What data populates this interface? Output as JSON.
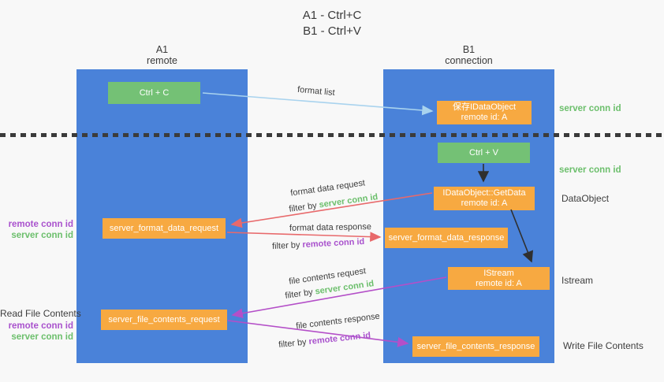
{
  "title": {
    "line1": "A1 - Ctrl+C",
    "line2": "B1 - Ctrl+V"
  },
  "lifelines": [
    {
      "name": "A1",
      "subtitle": "remote"
    },
    {
      "name": "B1",
      "subtitle": "connection"
    }
  ],
  "nodes": {
    "ctrl_c": {
      "label": "Ctrl + C"
    },
    "save_idataobject": {
      "line1": "保存IDataObject",
      "line2": "remote id: A"
    },
    "ctrl_v": {
      "label": "Ctrl + V"
    },
    "idataobject_getdata": {
      "line1": "IDataObject::GetData",
      "line2": "remote id: A"
    },
    "server_format_data_request": {
      "label": "server_format_data_request"
    },
    "server_format_data_response": {
      "label": "server_format_data_response"
    },
    "istream": {
      "line1": "IStream",
      "line2": "remote id: A"
    },
    "server_file_contents_request": {
      "label": "server_file_contents_request"
    },
    "server_file_contents_response": {
      "label": "server_file_contents_response"
    }
  },
  "arrow_labels": {
    "format_list": "format list",
    "format_data_request": "format data request",
    "format_data_response": "format data response",
    "file_contents_request": "file contents request",
    "file_contents_response": "file contents response",
    "filter_by": "filter by",
    "server_conn_id": "server conn id",
    "remote_conn_id": "remote conn id"
  },
  "side_labels": {
    "right": {
      "server_conn_id_top": "server conn id",
      "server_conn_id_mid": "server conn id",
      "dataobject": "DataObject",
      "istream": "Istream",
      "write_file_contents": "Write File Contents"
    },
    "left": {
      "remote_conn_id_mid": "remote conn id",
      "server_conn_id_mid": "server conn id",
      "read_file_contents": "Read File Contents",
      "remote_conn_id_bottom": "remote conn id",
      "server_conn_id_bottom": "server conn id"
    }
  },
  "colors": {
    "lifeline_blue": "#4a82d9",
    "node_green": "#74c175",
    "node_orange": "#f7a941",
    "arrow_light_blue": "#a9d3ee",
    "arrow_red": "#e8696b",
    "arrow_purple": "#b44fc8",
    "arrow_black": "#2f2f2f",
    "conn_id_green": "#6cbf6c",
    "conn_id_purple": "#a952cd",
    "text_dark": "#3c3c3c"
  }
}
